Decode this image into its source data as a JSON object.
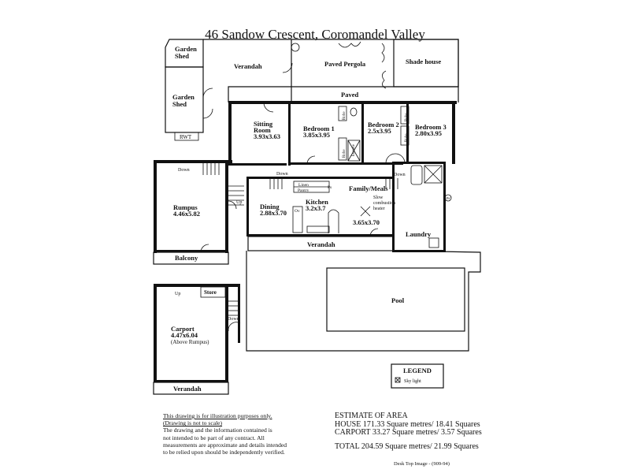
{
  "title": "46 Sandow Crescent,  Coromandel Valley",
  "rooms": {
    "garden_shed_1": [
      "Garden",
      "Shed"
    ],
    "garden_shed_2": [
      "Garden",
      "Shed"
    ],
    "rwt": "RWT",
    "verandah_top": "Verandah",
    "paved_pergola": "Paved  Pergola",
    "shade_house": "Shade house",
    "paved": "Paved",
    "sitting_room": [
      "Sitting",
      "Room",
      "3.93x3.63"
    ],
    "bedroom1": [
      "Bedroom 1",
      "3.85x3.95"
    ],
    "bedroom2": [
      "Bedroom 2",
      "2.5x3.95"
    ],
    "bedroom3": [
      "Bedroom 3",
      "2.80x3.95"
    ],
    "robe": "Robe",
    "ensuite": "Ensuite",
    "rumpus": [
      "Rumpus",
      "4.46x5.82"
    ],
    "balcony": "Balcony",
    "dining": [
      "Dining",
      "2.88x3.70"
    ],
    "kitchen": [
      "Kitchen",
      "3.2x3.7"
    ],
    "family": [
      "Family/Meals",
      "3.65x3.70"
    ],
    "heater": [
      "Slow",
      "combustion",
      "heater"
    ],
    "linen": "Linen",
    "pantry": "Pantry",
    "ps": "Ps",
    "ov": "Ov",
    "laundry": "Laundry",
    "verandah_mid": "Verandah",
    "pool": "Pool",
    "store": "Store",
    "carport": [
      "Carport",
      "4.47x6.04",
      "(Above Rumpus)"
    ],
    "verandah_bottom": "Verandah",
    "down": "Down",
    "up": "Up",
    "hw": "HW"
  },
  "legend": {
    "title": "LEGEND",
    "items": [
      {
        "icon": "skylight-icon",
        "label": "Sky light"
      }
    ]
  },
  "disclaimer": {
    "line1": "This drawing is for illustration purposes only.",
    "line2": "(Drawing is not to scale)",
    "body": [
      "The drawing and the information contained is",
      "not intended to be part of any contract.  All",
      "measurements are approximate and details intended",
      "to be relied upon should be independently verified."
    ]
  },
  "area": {
    "heading": "ESTIMATE OF AREA",
    "house": "HOUSE 171.33 Square metres/  18.41 Squares",
    "carport": "CARPORT   33.27 Square metres/  3.57 Squares",
    "total": "TOTAL  204.59 Square metres/  21.99 Squares"
  },
  "credit": "Desk Top Image - (909-94)"
}
